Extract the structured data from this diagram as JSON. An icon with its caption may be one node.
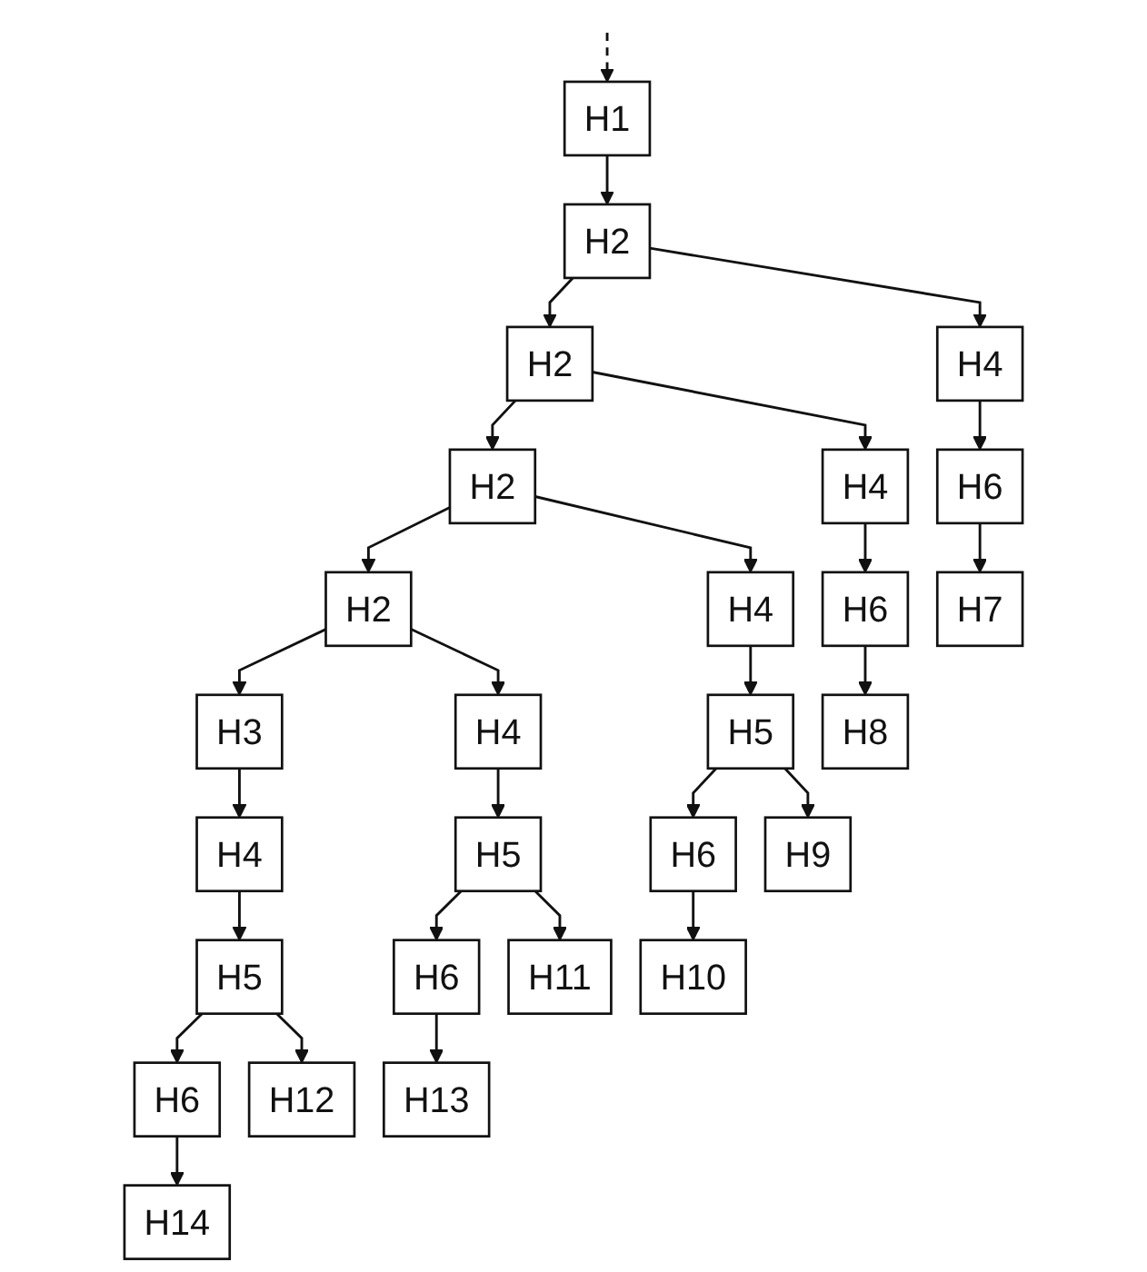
{
  "diagram": {
    "nodes": [
      {
        "text": [
          "H1"
        ]
      },
      {
        "text": [
          "H2"
        ]
      },
      {
        "text": [
          "H2"
        ]
      },
      {
        "text": [
          "H4"
        ]
      },
      {
        "text": [
          "H2"
        ]
      },
      {
        "text": [
          "H4"
        ]
      },
      {
        "text": [
          "H6"
        ]
      },
      {
        "text": [
          "H2"
        ]
      },
      {
        "text": [
          "H4"
        ]
      },
      {
        "text": [
          "H6"
        ]
      },
      {
        "text": [
          "H7"
        ]
      },
      {
        "text": [
          "H3"
        ]
      },
      {
        "text": [
          "H4"
        ]
      },
      {
        "text": [
          "H5"
        ]
      },
      {
        "text": [
          "H8"
        ]
      },
      {
        "text": [
          "H4"
        ]
      },
      {
        "text": [
          "H5"
        ]
      },
      {
        "text": [
          "H6"
        ]
      },
      {
        "text": [
          "H9"
        ]
      },
      {
        "text": [
          "H5"
        ]
      },
      {
        "text": [
          "H6"
        ]
      },
      {
        "text": [
          "H11"
        ]
      },
      {
        "text": [
          "H10"
        ]
      },
      {
        "text": [
          "H6"
        ]
      },
      {
        "text": [
          "H12"
        ]
      },
      {
        "text": [
          "H13"
        ]
      },
      {
        "text": [
          "H14"
        ]
      }
    ],
    "edges": [
      {
        "from": null,
        "to": 0,
        "arrow": "to",
        "style": "dashed"
      },
      {
        "from": 0,
        "to": 1,
        "arrow": "to"
      },
      {
        "from": 1,
        "to": 2,
        "arrow": "to"
      },
      {
        "from": 1,
        "to": 3,
        "arrow": "to"
      },
      {
        "from": 3,
        "to": 6,
        "arrow": "to"
      },
      {
        "from": 6,
        "to": 10,
        "arrow": "to"
      },
      {
        "from": 2,
        "to": 4,
        "arrow": "to"
      },
      {
        "from": 2,
        "to": 5,
        "arrow": "to"
      },
      {
        "from": 5,
        "to": 9,
        "arrow": "to"
      },
      {
        "from": 9,
        "to": 14,
        "arrow": "to"
      },
      {
        "from": 4,
        "to": 7,
        "arrow": "to"
      },
      {
        "from": 4,
        "to": 8,
        "arrow": "to"
      },
      {
        "from": 8,
        "to": 13,
        "arrow": "to"
      },
      {
        "from": 13,
        "to": 17,
        "arrow": "to"
      },
      {
        "from": 13,
        "to": 18,
        "arrow": "to"
      },
      {
        "from": 17,
        "to": 22,
        "arrow": "to"
      },
      {
        "from": 7,
        "to": 11,
        "arrow": "to"
      },
      {
        "from": 7,
        "to": 12,
        "arrow": "to"
      },
      {
        "from": 12,
        "to": 16,
        "arrow": "to"
      },
      {
        "from": 16,
        "to": 20,
        "arrow": "to"
      },
      {
        "from": 16,
        "to": 21,
        "arrow": "to"
      },
      {
        "from": 20,
        "to": 25,
        "arrow": "to"
      },
      {
        "from": 11,
        "to": 15,
        "arrow": "to"
      },
      {
        "from": 15,
        "to": 19,
        "arrow": "to"
      },
      {
        "from": 19,
        "to": 23,
        "arrow": "to"
      },
      {
        "from": 19,
        "to": 24,
        "arrow": "to"
      },
      {
        "from": 23,
        "to": 26,
        "arrow": "to"
      }
    ]
  }
}
